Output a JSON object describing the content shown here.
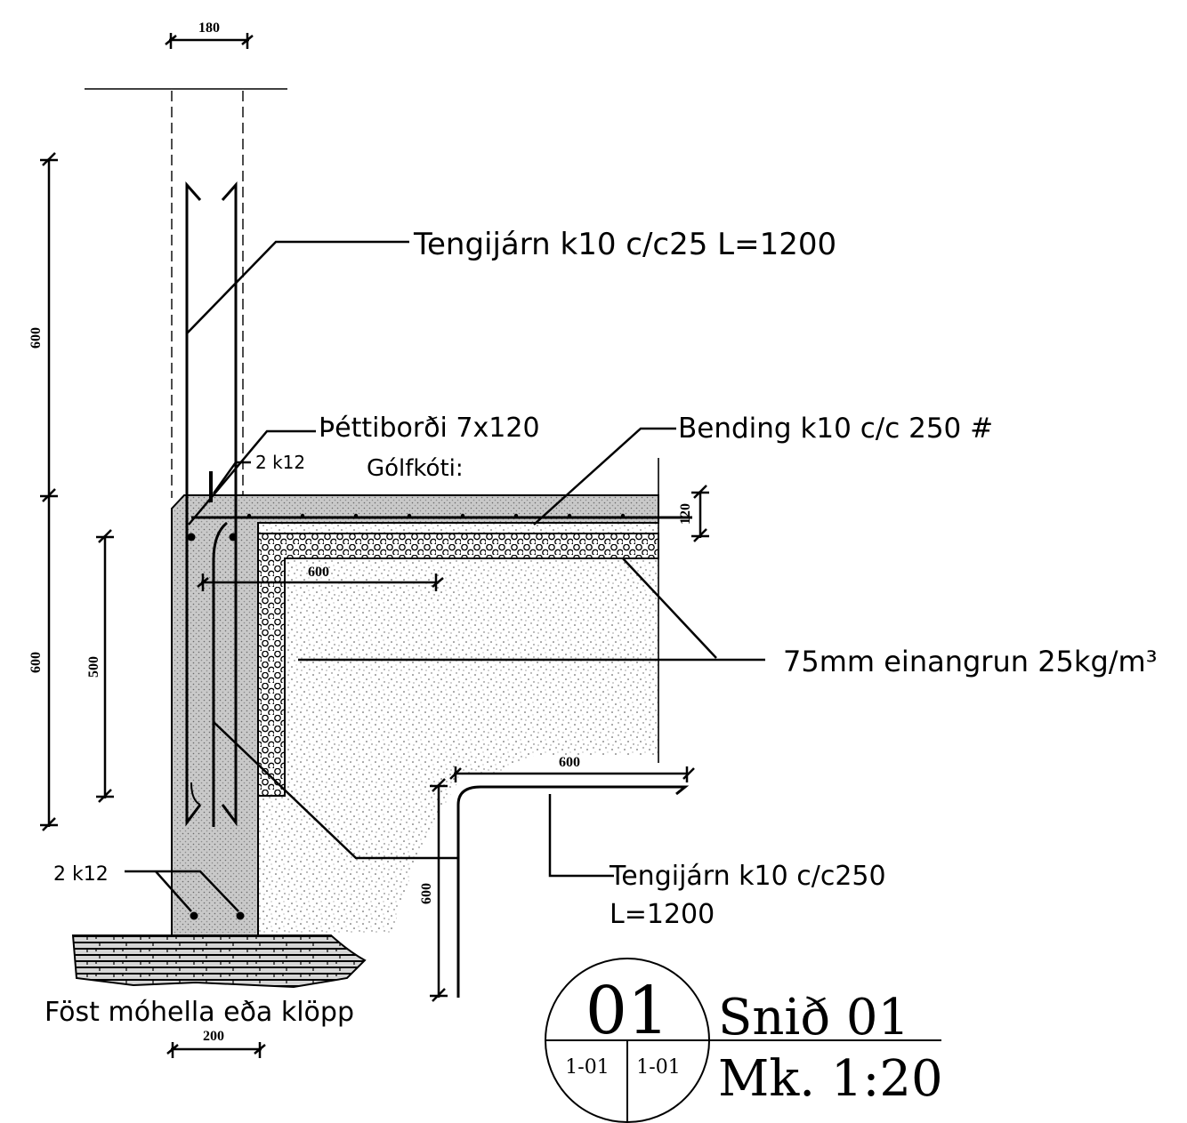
{
  "dimensions": {
    "wall_top_width": "180",
    "wall_upper_height": "600",
    "wall_lower_height": "600",
    "foundation_inner_height": "500",
    "insulation_horizontal": "600",
    "slab_thickness": "120",
    "bar_horizontal_leg": "600",
    "bar_vertical_leg": "600",
    "footing_width": "200"
  },
  "labels": {
    "tie_bars_top": "Tengijárn k10 c/c25 L=1200",
    "sealing_strip": "Þéttiborði 7x120",
    "bars_top": "2 k12",
    "floor_level": "Gólfkóti:",
    "reinforcement": "Bending k10 c/c 250 #",
    "insulation": "75mm einangrun 25kg/m³",
    "bars_bottom": "2 k12",
    "tie_bars_bottom_line1": "Tengijárn k10 c/c250",
    "tie_bars_bottom_line2": "L=1200",
    "foundation_ground": "Föst móhella eða klöpp"
  },
  "title_block": {
    "detail_number": "01",
    "ref_left": "1-01",
    "ref_right": "1-01",
    "title": "Snið 01",
    "scale": "Mk. 1:20"
  }
}
